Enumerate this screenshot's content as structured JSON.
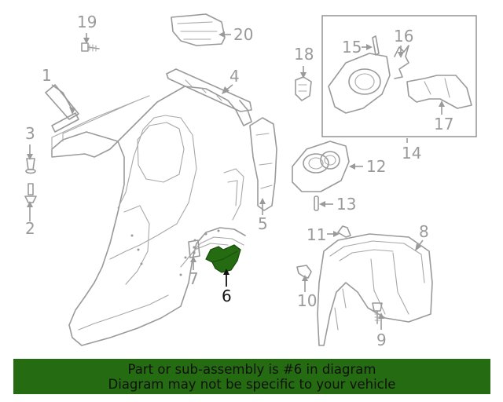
{
  "diagram": {
    "highlight_part": "6",
    "colors": {
      "highlight": "#256b12",
      "line": "#9a9a9a",
      "banner_bg": "#256b12"
    },
    "callouts": [
      "1",
      "2",
      "3",
      "4",
      "5",
      "6",
      "7",
      "8",
      "9",
      "11",
      "12",
      "13",
      "14",
      "15",
      "16",
      "17",
      "18",
      "19",
      "20"
    ],
    "labels": {
      "n1": "1",
      "n2": "2",
      "n3": "3",
      "n4": "4",
      "n5": "5",
      "n6": "6",
      "n7": "7",
      "n8": "8",
      "n9": "9",
      "n10": "10",
      "n11": "11",
      "n12": "12",
      "n13": "13",
      "n14": "14",
      "n15": "15",
      "n16": "16",
      "n17": "17",
      "n18": "18",
      "n19": "19",
      "n20": "20"
    }
  },
  "banner": {
    "line1": "Part or sub-assembly is #6 in diagram",
    "line2": "Diagram may not be specific to your vehicle"
  }
}
